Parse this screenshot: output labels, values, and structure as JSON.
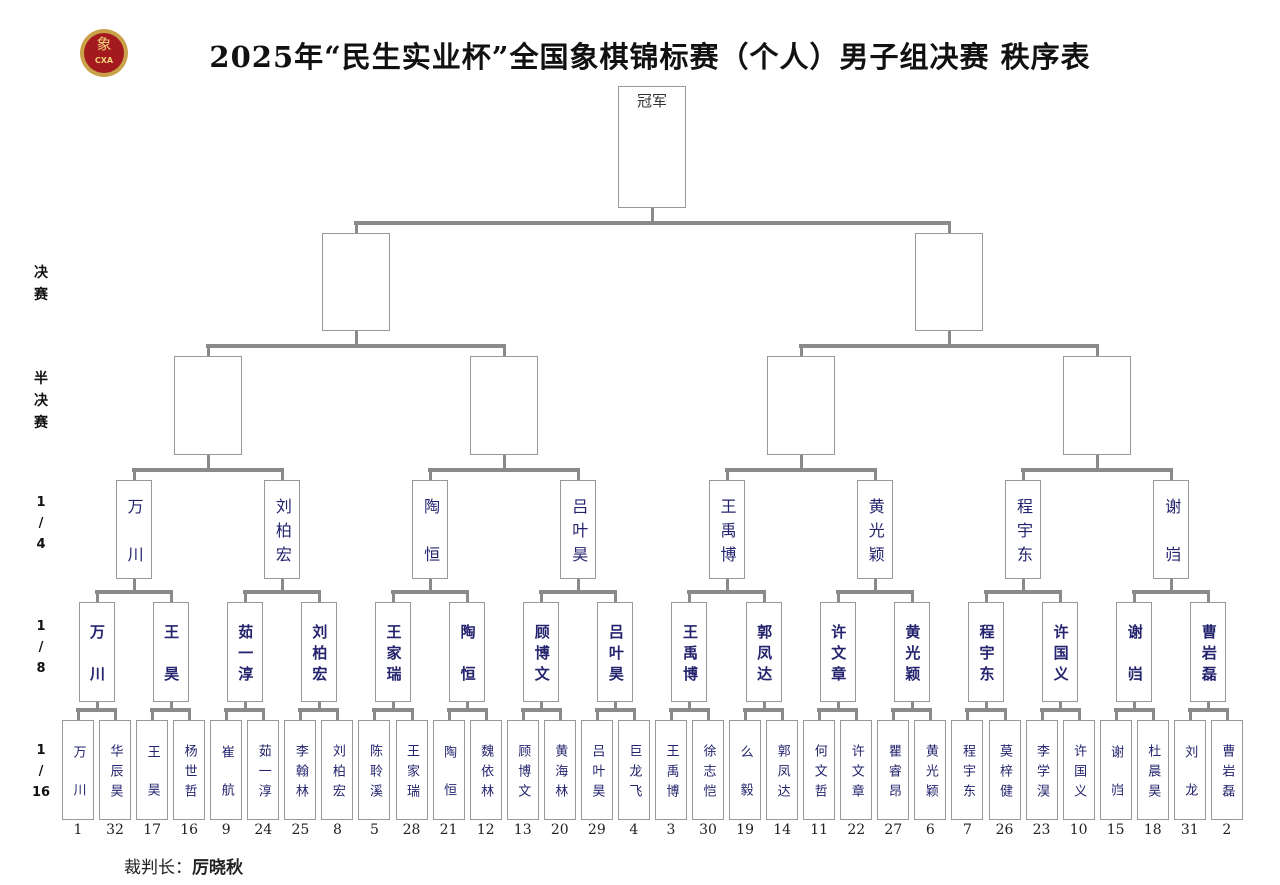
{
  "header": {
    "title": "2025年“民生实业杯”全国象棋锦标赛（个人）男子组决赛 秩序表",
    "logo_text": "象",
    "logo_abbr": "CXA"
  },
  "round_labels": {
    "final": [
      "决",
      "赛"
    ],
    "semi": [
      "半",
      "决",
      "赛"
    ],
    "quarter": [
      "1",
      "/",
      "4"
    ],
    "r16": [
      "1",
      "/",
      "8"
    ],
    "r32": [
      "1",
      "/",
      "16"
    ]
  },
  "champion_label": "冠军",
  "r32": [
    {
      "name": "万川",
      "seed": "1"
    },
    {
      "name": "华辰昊",
      "seed": "32"
    },
    {
      "name": "王昊",
      "seed": "17"
    },
    {
      "name": "杨世哲",
      "seed": "16"
    },
    {
      "name": "崔航",
      "seed": "9"
    },
    {
      "name": "茹一淳",
      "seed": "24"
    },
    {
      "name": "李翰林",
      "seed": "25"
    },
    {
      "name": "刘柏宏",
      "seed": "8"
    },
    {
      "name": "陈聆溪",
      "seed": "5"
    },
    {
      "name": "王家瑞",
      "seed": "28"
    },
    {
      "name": "陶恒",
      "seed": "21"
    },
    {
      "name": "魏依林",
      "seed": "12"
    },
    {
      "name": "顾博文",
      "seed": "13"
    },
    {
      "name": "黄海林",
      "seed": "20"
    },
    {
      "name": "吕叶昊",
      "seed": "29"
    },
    {
      "name": "巨龙飞",
      "seed": "4"
    },
    {
      "name": "王禹博",
      "seed": "3"
    },
    {
      "name": "徐志恺",
      "seed": "30"
    },
    {
      "name": "么毅",
      "seed": "19"
    },
    {
      "name": "郭凤达",
      "seed": "14"
    },
    {
      "name": "何文哲",
      "seed": "11"
    },
    {
      "name": "许文章",
      "seed": "22"
    },
    {
      "name": "瞿睿昂",
      "seed": "27"
    },
    {
      "name": "黄光颖",
      "seed": "6"
    },
    {
      "name": "程宇东",
      "seed": "7"
    },
    {
      "name": "莫梓健",
      "seed": "26"
    },
    {
      "name": "李学淏",
      "seed": "23"
    },
    {
      "name": "许国义",
      "seed": "10"
    },
    {
      "name": "谢岿",
      "seed": "15"
    },
    {
      "name": "杜晨昊",
      "seed": "18"
    },
    {
      "name": "刘龙",
      "seed": "31"
    },
    {
      "name": "曹岩磊",
      "seed": "2"
    }
  ],
  "r16": [
    "万川",
    "王昊",
    "茹一淳",
    "刘柏宏",
    "王家瑞",
    "陶恒",
    "顾博文",
    "吕叶昊",
    "王禹博",
    "郭凤达",
    "许文章",
    "黄光颖",
    "程宇东",
    "许国义",
    "谢岿",
    "曹岩磊"
  ],
  "quarter": [
    "万川",
    "刘柏宏",
    "陶恒",
    "吕叶昊",
    "王禹博",
    "黄光颖",
    "程宇东",
    "谢岿"
  ],
  "semi": [
    "",
    "",
    "",
    ""
  ],
  "final": [
    "",
    ""
  ],
  "champion": "",
  "footer": {
    "referee_label": "裁判长：",
    "referee_name": "厉晓秋"
  }
}
